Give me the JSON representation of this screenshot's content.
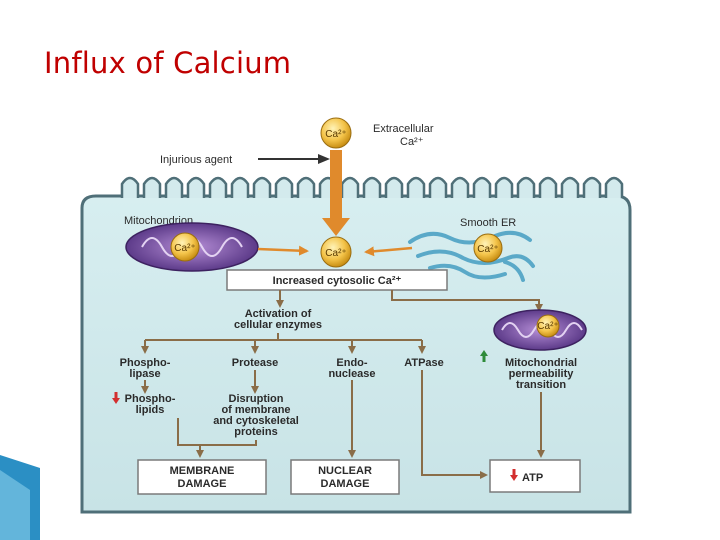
{
  "slide": {
    "title": "Influx of Calcium"
  },
  "diagram": {
    "ca_ion": "Ca²⁺",
    "extracellular_line1": "Extracellular",
    "extracellular_line2": "Ca²⁺",
    "injurious_agent": "Injurious agent",
    "mitochondrion": "Mitochondrion",
    "smooth_er": "Smooth ER",
    "increased_cytosolic": "Increased cytosolic Ca²⁺",
    "activation_line1": "Activation of",
    "activation_line2": "cellular enzymes",
    "phospholipase_line1": "Phospho-",
    "phospholipase_line2": "lipase",
    "protease": "Protease",
    "endonuclease_line1": "Endo-",
    "endonuclease_line2": "nuclease",
    "atpase": "ATPase",
    "mpt_line1": "Mitochondrial",
    "mpt_line2": "permeability",
    "mpt_line3": "transition",
    "phospholipids_line1": "Phospho-",
    "phospholipids_line2": "lipids",
    "disruption_line1": "Disruption",
    "disruption_line2": "of membrane",
    "disruption_line3": "and cytoskeletal",
    "disruption_line4": "proteins",
    "membrane_damage_line1": "MEMBRANE",
    "membrane_damage_line2": "DAMAGE",
    "nuclear_damage_line1": "NUCLEAR",
    "nuclear_damage_line2": "DAMAGE",
    "atp": "ATP"
  },
  "colors": {
    "title": "#c00000",
    "cell_fill": "#d3eaed",
    "cell_border": "#4f6f78",
    "arrow_orange": "#e08a2c",
    "arrow_brown": "#8a6d48",
    "down_arrow_red": "#d32f2f",
    "up_arrow_green": "#2e8b3a",
    "ca_ball": "#f4c44a",
    "mito_purple": "#7b4ea3",
    "er_blue": "#5aa9c8",
    "accent_blue": "#1f78b4"
  }
}
